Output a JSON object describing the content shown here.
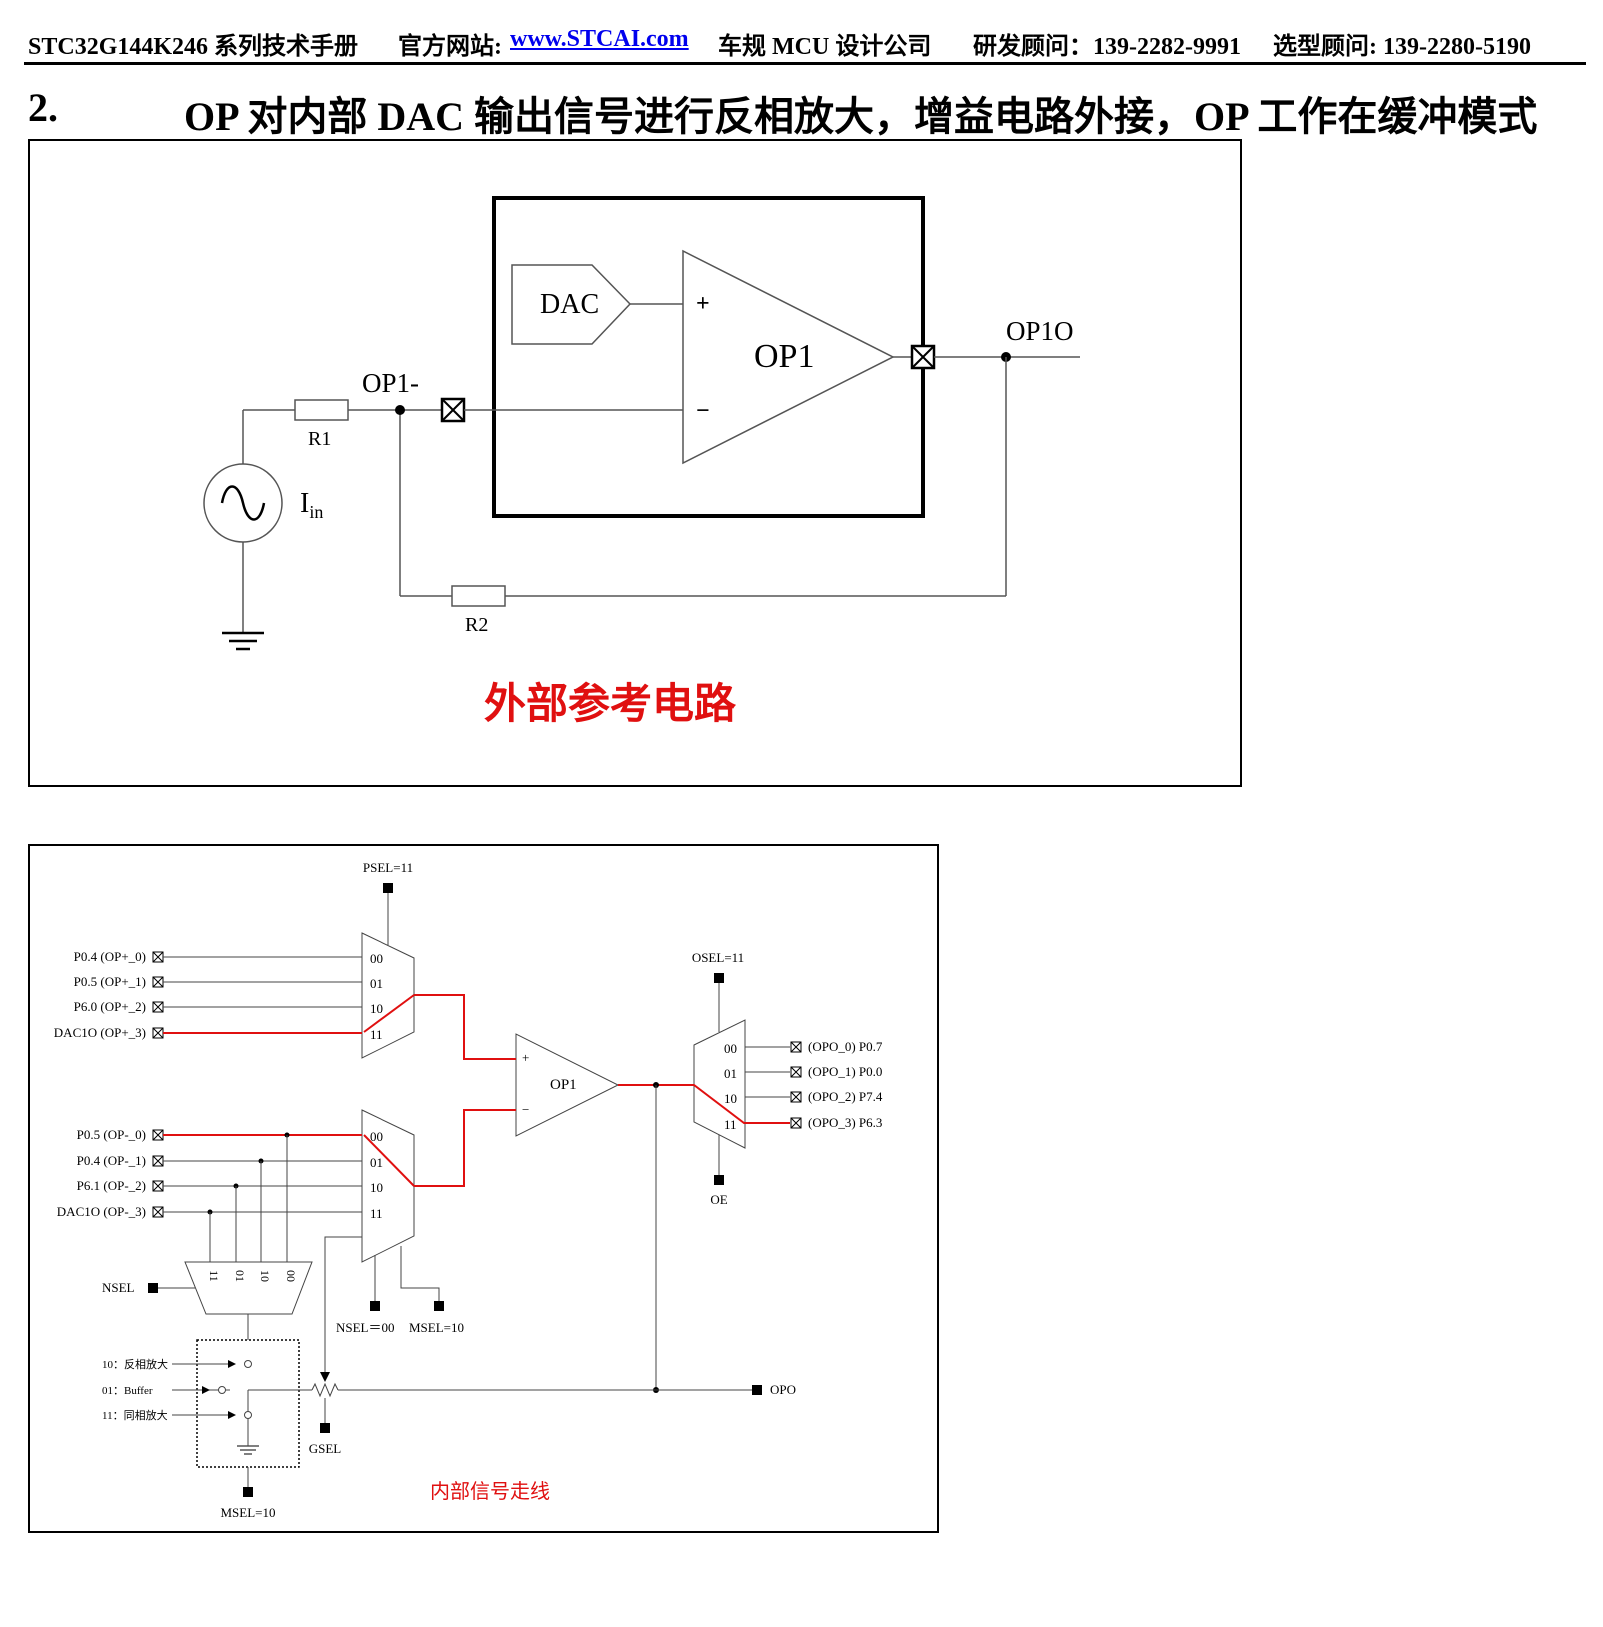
{
  "header": {
    "title": "STC32G144K246 系列技术手册",
    "website_label": "官方网站:",
    "website": "www.STCAI.com",
    "company": "车规 MCU 设计公司",
    "rd_contact": "研发顾问：139-2282-9991",
    "sales_contact": "选型顾问: 139-2280-5190"
  },
  "section": {
    "number": "2.",
    "title": "OP 对内部 DAC 输出信号进行反相放大，增益电路外接，OP 工作在缓冲模式"
  },
  "external_circuit": {
    "dac": "DAC",
    "op": "OP1",
    "plus": "+",
    "minus": "−",
    "out_label": "OP1O",
    "neg_label": "OP1-",
    "r1": "R1",
    "r2": "R2",
    "source_main": "I",
    "source_sub": "in",
    "caption": "外部参考电路"
  },
  "internal_routing": {
    "psel": "PSEL=11",
    "osel": "OSEL=11",
    "nsel_bottom": "NSEL＝00",
    "msel_bottom": "MSEL=10",
    "nsel": "NSEL",
    "msel": "MSEL=10",
    "gsel": "GSEL",
    "oe": "OE",
    "opo": "OPO",
    "op": "OP1",
    "plus": "+",
    "minus": "−",
    "pos_inputs": [
      "P0.4 (OP+_0)",
      "P0.5 (OP+_1)",
      "P6.0 (OP+_2)",
      "DAC1O (OP+_3)"
    ],
    "neg_inputs": [
      "P0.5 (OP-_0)",
      "P0.4 (OP-_1)",
      "P6.1 (OP-_2)",
      "DAC1O (OP-_3)"
    ],
    "outputs": [
      "(OPO_0) P0.7",
      "(OPO_1) P0.0",
      "(OPO_2) P7.4",
      "(OPO_3) P6.3"
    ],
    "mux_codes": [
      "00",
      "01",
      "10",
      "11"
    ],
    "nsel_codes": [
      "11",
      "01",
      "10",
      "00"
    ],
    "modes": [
      "10：反相放大",
      "01：Buffer",
      "11：同相放大"
    ],
    "caption": "内部信号走线"
  },
  "colors": {
    "highlight": "#e01010",
    "link": "#0000ee"
  }
}
